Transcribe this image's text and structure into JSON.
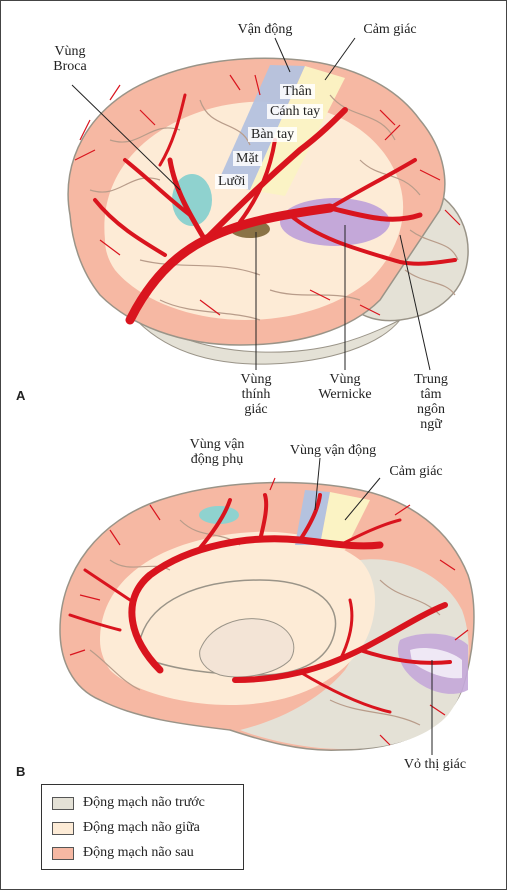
{
  "panels": {
    "a": "A",
    "b": "B"
  },
  "figure_a": {
    "broca": "Vùng\nBroca",
    "motor": "Vận động",
    "sensory": "Cảm giác",
    "body_parts": [
      "Thân",
      "Cánh tay",
      "Bàn tay",
      "Mặt",
      "Lưỡi"
    ],
    "auditory": "Vùng\nthính\ngiác",
    "wernicke": "Vùng\nWernicke",
    "language_center": "Trung\ntâm\nngôn\nngữ"
  },
  "figure_b": {
    "supplementary_motor": "Vùng vận\nđộng phụ",
    "motor_area": "Vùng vận động",
    "sensory": "Cảm giác",
    "visual_cortex": "Vỏ thị giác"
  },
  "legend": [
    {
      "label": "Động mạch não trước",
      "color": "#e4e1d6"
    },
    {
      "label": "Động mạch não giữa",
      "color": "#fdebd6"
    },
    {
      "label": "Động mạch não sau",
      "color": "#f6b8a3"
    }
  ],
  "colors": {
    "artery": "#d9141e",
    "motor_strip": "#b4c2df",
    "sensory_strip": "#fbf3c4",
    "broca_area": "#8fd2cf",
    "wernicke_area": "#c4a8d9",
    "auditory_area": "#8a7346"
  }
}
